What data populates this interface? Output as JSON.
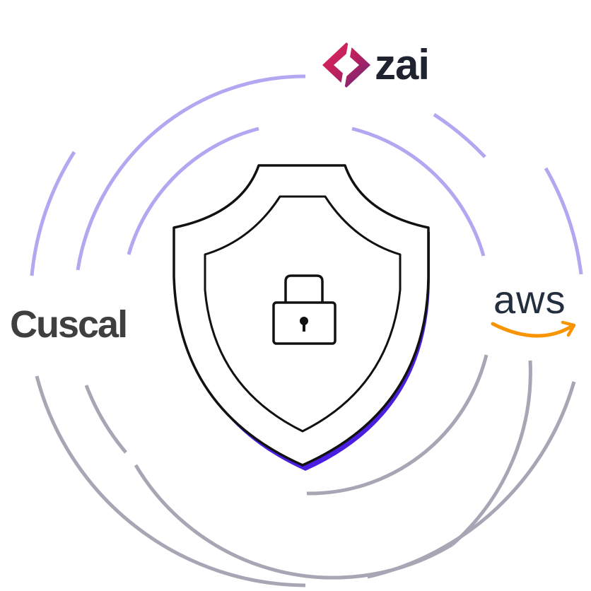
{
  "logos": {
    "zai": {
      "text": "zai",
      "text_color": "#1f2330",
      "mark_colors": [
        "#e0245e",
        "#b3205f",
        "#6b2a7a"
      ]
    },
    "cuscal": {
      "text": "Cuscal",
      "text_color": "#3f3f3f"
    },
    "aws": {
      "text": "aws",
      "text_color": "#232f3e",
      "smile_color": "#f79400"
    }
  },
  "colors": {
    "ring_upper": "#b4a6f0",
    "ring_lower": "#a7a6b4",
    "shield_stroke": "#111111",
    "shield_shadow": "#4a1fe0",
    "background": "#ffffff"
  },
  "icons": {
    "center": "shield-lock-icon"
  }
}
